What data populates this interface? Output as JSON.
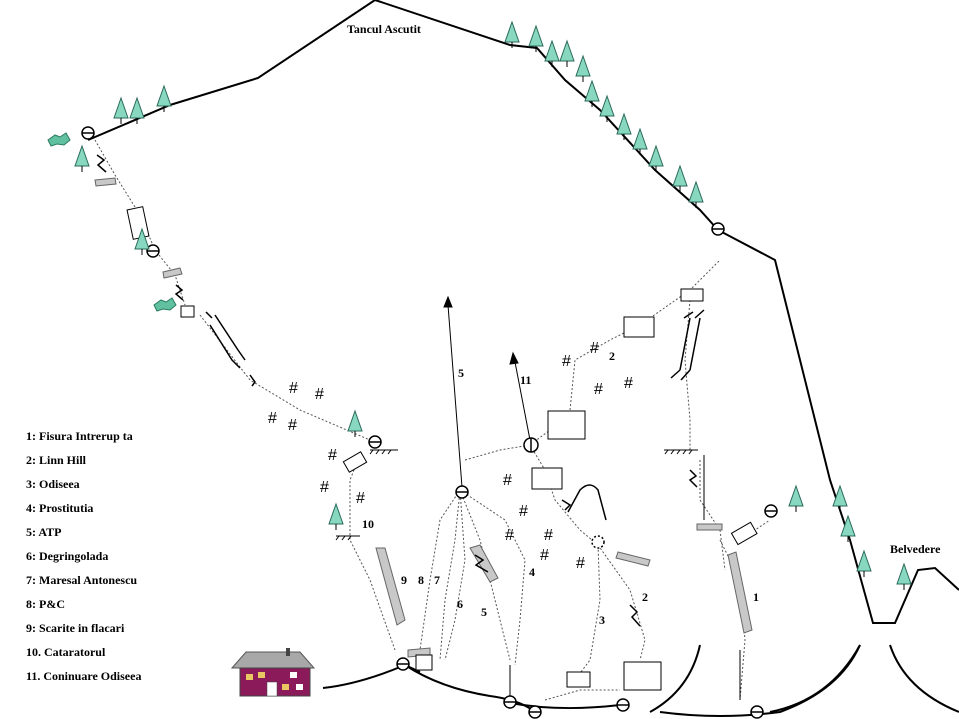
{
  "places": {
    "summit": "Tancul Ascutit",
    "belvedere": "Belvedere"
  },
  "route_numbers": {
    "r1": "1",
    "r2a": "2",
    "r2b": "2",
    "r3": "3",
    "r4": "4",
    "r5a": "5",
    "r5b": "5",
    "r6": "6",
    "r7": "7",
    "r8": "8",
    "r9": "9",
    "r10": "10",
    "r11": "11"
  },
  "legend": [
    "1: Fisura Intrerup ta",
    "2: Linn Hill",
    "3: Odiseea",
    "4: Prostitutia",
    "5: ATP",
    "6: Degringolada",
    "7: Maresal Antonescu",
    "8: P&C",
    "9: Scarite in flacari",
    "10. Cataratorul",
    "11. Coninuare Odiseea"
  ],
  "colors": {
    "tree_fill": "#88d8c0",
    "hut_wall": "#8b1a5a",
    "hut_roof": "#a8a8a8",
    "feature_fill": "#c8c8c8",
    "shrub": "#60c0a0"
  }
}
